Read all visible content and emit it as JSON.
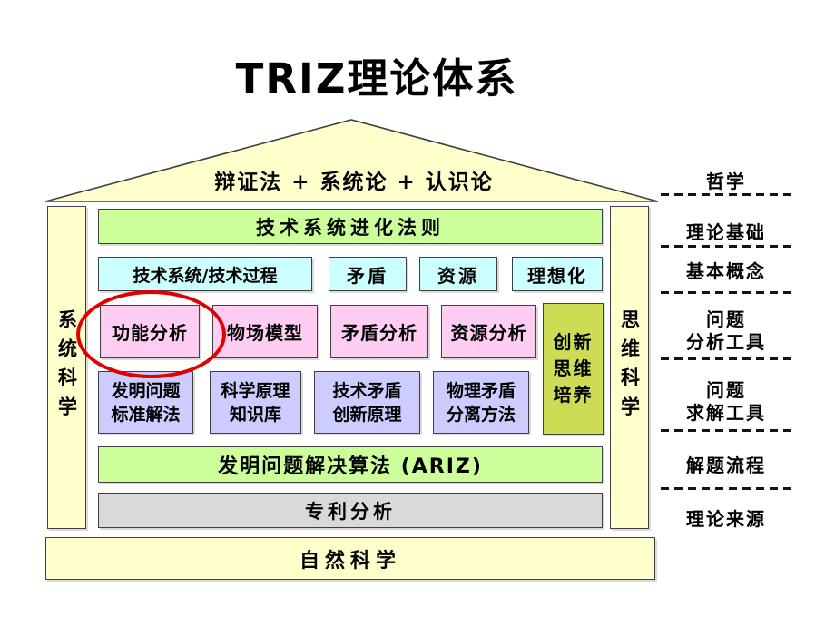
{
  "title": "TRIZ理论体系",
  "roof": {
    "label": "辩证法 + 系统论 + 认识论"
  },
  "pillars": {
    "left": "系统科学",
    "right": "思维科学"
  },
  "wall": {
    "evolution_row": "技术系统进化法则",
    "concept_row": [
      "技术系统/技术过程",
      "矛盾",
      "资源",
      "理想化"
    ],
    "analysis_row": [
      "功能分析",
      "物场模型",
      "矛盾分析",
      "资源分析"
    ],
    "solving_row": [
      {
        "line1": "发明问题",
        "line2": "标准解法"
      },
      {
        "line1": "科学原理",
        "line2": "知识库"
      },
      {
        "line1": "技术矛盾",
        "line2": "创新原理"
      },
      {
        "line1": "物理矛盾",
        "line2": "分离方法"
      }
    ],
    "ariz_row": "发明问题解决算法 (ARIZ)",
    "patent_row": "专利分析"
  },
  "innovation": {
    "lines": [
      "创新",
      "思维",
      "培养"
    ]
  },
  "base": "自然科学",
  "right_labels": {
    "philosophy": "哲学",
    "theory_basis": "理论基础",
    "basic_concepts": "基本概念",
    "problem_analysis_l1": "问题",
    "problem_analysis_l2": "分析工具",
    "problem_solving_l1": "问题",
    "problem_solving_l2": "求解工具",
    "solution_process": "解题流程",
    "theory_source": "理论来源"
  },
  "colors": {
    "cream": "#FFFFCC",
    "green": "#CCFF99",
    "cyan": "#CCFFFF",
    "pink": "#FFCCF2",
    "lavender": "#CCCCFF",
    "olive": "#CCDD55",
    "gray": "#D9D9D9",
    "ellipse_red": "#E10000"
  }
}
